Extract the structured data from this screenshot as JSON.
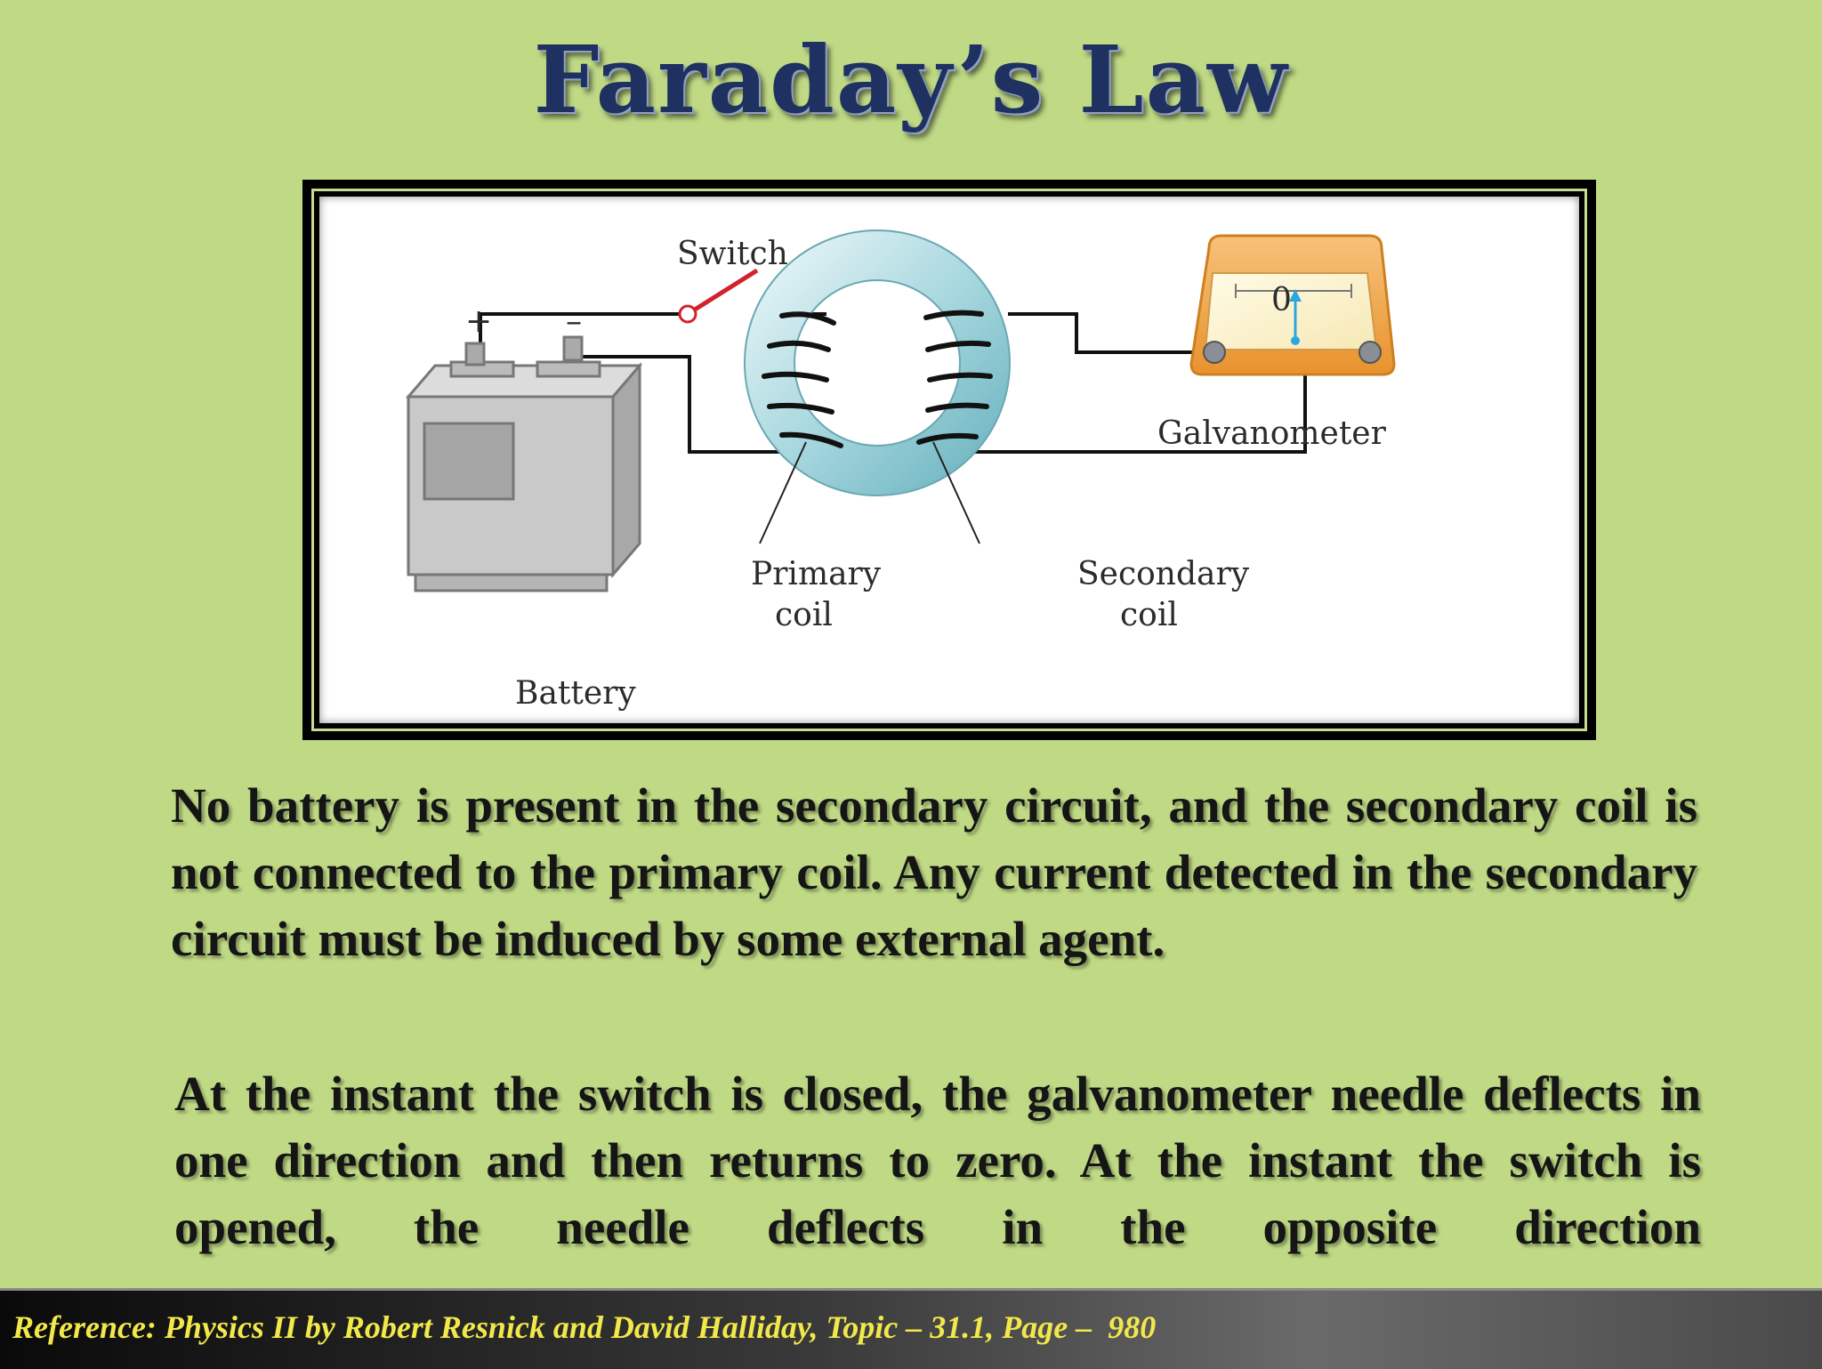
{
  "slide": {
    "title": "Faraday’s Law",
    "paragraphs": [
      "No battery is present in the secondary circuit, and the secondary coil is not connected to the primary coil. Any current detected in the secondary circuit must be induced by some external agent.",
      "At the instant the switch is closed, the galvanometer needle deflects in one direction and then returns to zero. At the instant the switch is opened, the needle deflects in the opposite direction"
    ],
    "reference": "Reference: Physics II by Robert Resnick and David Halliday, Topic – 31.1, Page –  980"
  },
  "diagram": {
    "labels": {
      "switch": "Switch",
      "battery": "Battery",
      "primary_line1": "Primary",
      "primary_line2": "coil",
      "secondary_line1": "Secondary",
      "secondary_line2": "coil",
      "galvanometer": "Galvanometer",
      "gauge_zero": "0",
      "plus": "+",
      "minus": "–"
    },
    "colors": {
      "switch": "#d4212b",
      "ring": "#a9d8df",
      "meter_body": "#f0a23f",
      "needle": "#2aa7dd"
    }
  }
}
